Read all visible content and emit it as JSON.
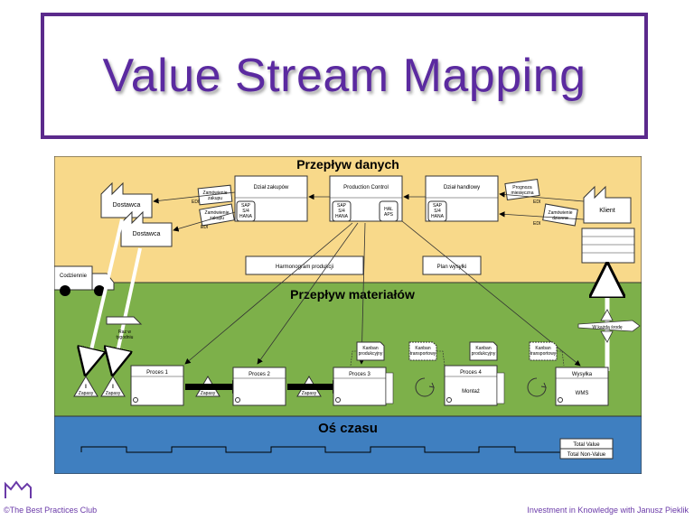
{
  "title": "Value Stream Mapping",
  "sections": {
    "info": "Przepływ danych",
    "material": "Przepływ materiałów",
    "time": "Oś czasu"
  },
  "info": {
    "supplier1": "Dostawca",
    "supplier2": "Dostawca",
    "customer": "Klient",
    "purchasing": "Dział zakupów",
    "production_control": "Production Control",
    "sales": "Dział handlowy",
    "sap_lines": [
      "SAP",
      "S/4",
      "HANA"
    ],
    "hal_lines": [
      "HAL",
      "APS"
    ],
    "order1_lines": [
      "Zamówienie",
      "zakupu"
    ],
    "order2_lines": [
      "Zamówienie",
      "zakupu"
    ],
    "forecast_lines": [
      "Prognoza",
      "miesięczna"
    ],
    "daily_order_lines": [
      "Zamówienie",
      "dzienne"
    ],
    "edi": "EDI",
    "schedule": "Harmonogram produkcji",
    "shipping_plan": "Plan wysyłki",
    "daily": "Codziennie"
  },
  "material": {
    "raz_lines": [
      "Raz w",
      "tygodniu"
    ],
    "every_wednesday": "W każdą środę",
    "inventory_label": "Zapasy",
    "inventory_symbol": "I",
    "processes": [
      {
        "name": "Proces 1",
        "sub": ""
      },
      {
        "name": "Proces 2",
        "sub": ""
      },
      {
        "name": "Proces 3",
        "sub": ""
      },
      {
        "name": "Proces 4",
        "sub": "Montaż"
      },
      {
        "name": "Wysyłka",
        "sub": "WMS"
      }
    ],
    "kanban_production_lines": [
      "Kanban",
      "produkcyjny"
    ],
    "kanban_transport_lines": [
      "Kanban",
      "transportowy"
    ]
  },
  "time": {
    "total_value": "Total Value",
    "total_non_value": "Total Non-Value"
  },
  "footer": {
    "left": "©The Best Practices Club",
    "right": "Investment in Knowledge with Janusz Pieklik"
  },
  "colors": {
    "title": "#5b2aa0",
    "border": "#5b2a8c",
    "info_band": "#f8d98a",
    "material_band": "#7db04a",
    "time_band": "#3f7fc0"
  }
}
